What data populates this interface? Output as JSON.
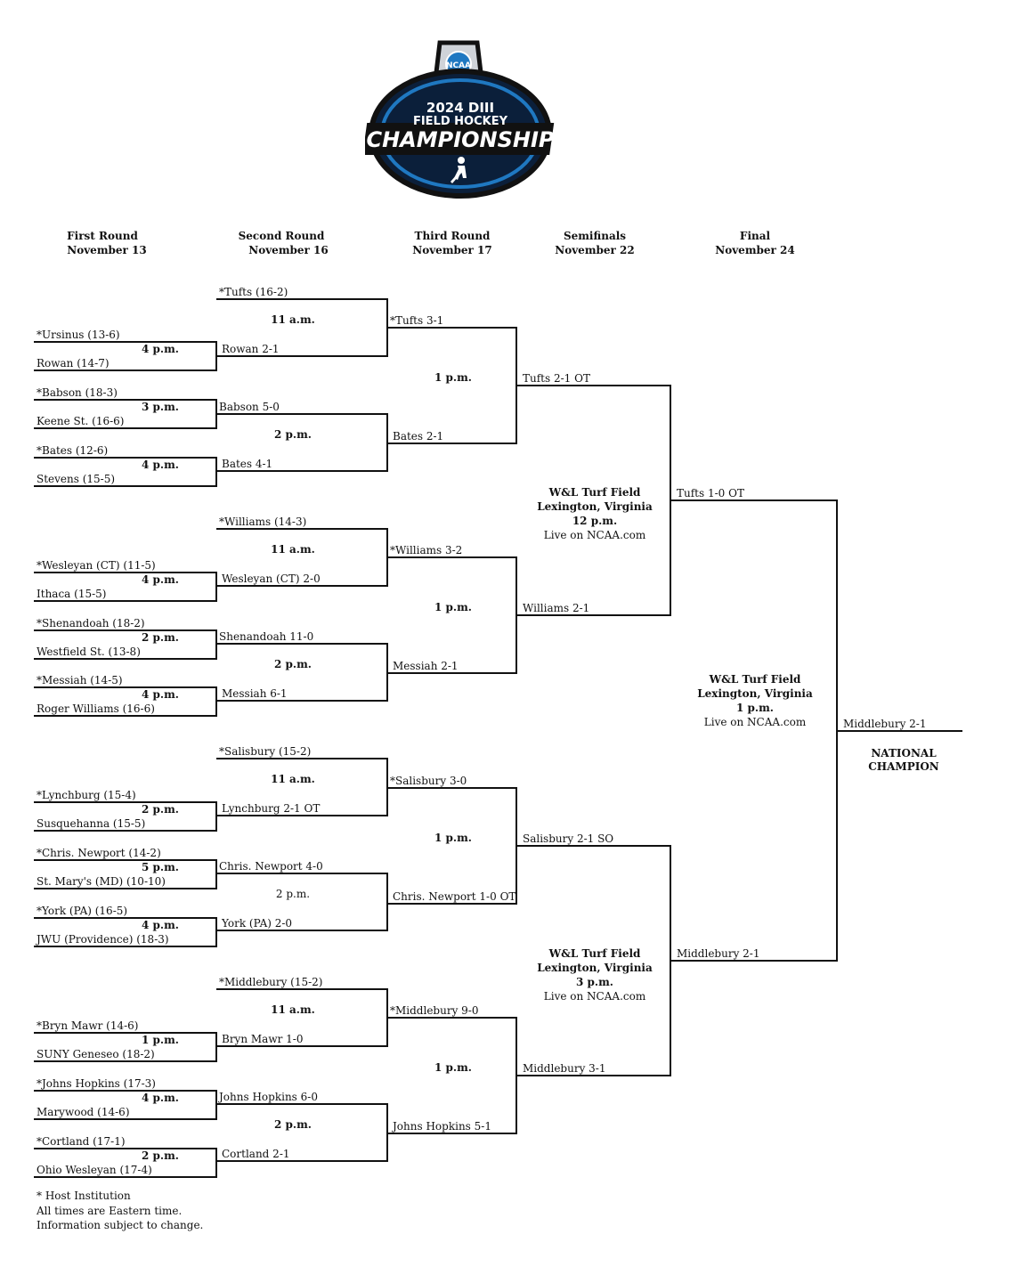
{
  "logo": {
    "badge": "NCAA",
    "year_line": "2024 DIII",
    "sport_line": "FIELD HOCKEY",
    "title_line": "CHAMPIONSHIP",
    "icon": "field-hockey-player-icon",
    "colors": {
      "navy": "#0b1f3a",
      "blue": "#1f78c1",
      "black": "#111111",
      "silver": "#cfd3d8"
    }
  },
  "headers": [
    {
      "round": "First Round",
      "date": "November 13"
    },
    {
      "round": "Second Round",
      "date": "November 16"
    },
    {
      "round": "Third Round",
      "date": "November 17"
    },
    {
      "round": "Semifinals",
      "date": "November 22"
    },
    {
      "round": "Final",
      "date": "November 24"
    }
  ],
  "first_round": [
    {
      "top": "*Ursinus (13-6)",
      "time": "4 p.m.",
      "bottom": "Rowan (14-7)"
    },
    {
      "top": "*Babson (18-3)",
      "time": "3 p.m.",
      "bottom": "Keene St. (16-6)"
    },
    {
      "top": "*Bates (12-6)",
      "time": "4 p.m.",
      "bottom": "Stevens (15-5)"
    },
    {
      "top": "*Wesleyan (CT) (11-5)",
      "time": "4 p.m.",
      "bottom": "Ithaca (15-5)"
    },
    {
      "top": "*Shenandoah (18-2)",
      "time": "2 p.m.",
      "bottom": "Westfield St. (13-8)"
    },
    {
      "top": "*Messiah (14-5)",
      "time": "4 p.m.",
      "bottom": "Roger Williams (16-6)"
    },
    {
      "top": "*Lynchburg (15-4)",
      "time": "2 p.m.",
      "bottom": "Susquehanna (15-5)"
    },
    {
      "top": "*Chris. Newport (14-2)",
      "time": "5 p.m.",
      "bottom": "St. Mary's (MD) (10-10)"
    },
    {
      "top": "*York (PA) (16-5)",
      "time": "4 p.m.",
      "bottom": "JWU (Providence) (18-3)"
    },
    {
      "top": "*Bryn Mawr (14-6)",
      "time": "1 p.m.",
      "bottom": "SUNY Geneseo (18-2)"
    },
    {
      "top": "*Johns Hopkins (17-3)",
      "time": "4 p.m.",
      "bottom": "Marywood (14-6)"
    },
    {
      "top": "*Cortland (17-1)",
      "time": "2 p.m.",
      "bottom": "Ohio Wesleyan (17-4)"
    }
  ],
  "second_round": [
    {
      "top": "*Tufts (16-2)",
      "time": "11 a.m.",
      "bottom": "Rowan 2-1"
    },
    {
      "top": "Babson 5-0",
      "time": "2 p.m.",
      "bottom": "Bates 4-1"
    },
    {
      "top": "*Williams (14-3)",
      "time": "11 a.m.",
      "bottom": "Wesleyan (CT) 2-0"
    },
    {
      "top": "Shenandoah 11-0",
      "time": "2 p.m.",
      "bottom": "Messiah 6-1"
    },
    {
      "top": "*Salisbury (15-2)",
      "time": "11 a.m.",
      "bottom": "Lynchburg 2-1 OT"
    },
    {
      "top": "Chris. Newport 4-0",
      "time": "2 p.m.",
      "bottom": "York (PA) 2-0"
    },
    {
      "top": "*Middlebury (15-2)",
      "time": "11 a.m.",
      "bottom": "Bryn Mawr 1-0"
    },
    {
      "top": "Johns Hopkins 6-0",
      "time": "2 p.m.",
      "bottom": "Cortland 2-1"
    }
  ],
  "third_round": [
    {
      "top": "*Tufts 3-1",
      "time": "1 p.m.",
      "bottom": "Bates 2-1"
    },
    {
      "top": "*Williams 3-2",
      "time": "1 p.m.",
      "bottom": "Messiah 2-1"
    },
    {
      "top": "*Salisbury 3-0",
      "time": "1 p.m.",
      "bottom": "Chris. Newport 1-0 OT"
    },
    {
      "top": "*Middlebury 9-0",
      "time": "1 p.m.",
      "bottom": "Johns Hopkins 5-1"
    }
  ],
  "semifinals": [
    {
      "top": "Tufts 2-1 OT",
      "bottom": "Williams 2-1"
    },
    {
      "top": "Salisbury 2-1 SO",
      "bottom": "Middlebury 3-1"
    }
  ],
  "final": {
    "top": "Tufts 1-0 OT",
    "bottom": "Middlebury 2-1"
  },
  "champion": {
    "name": "Middlebury 2-1",
    "label_1": "NATIONAL",
    "label_2": "CHAMPION"
  },
  "venues": [
    {
      "field": "W&L Turf Field",
      "city": "Lexington, Virginia",
      "time": "12 p.m.",
      "tv": "Live on NCAA.com"
    },
    {
      "field": "W&L Turf Field",
      "city": "Lexington, Virginia",
      "time": "3 p.m.",
      "tv": "Live on NCAA.com"
    },
    {
      "field": "W&L Turf Field",
      "city": "Lexington, Virginia",
      "time": "1 p.m.",
      "tv": "Live on NCAA.com"
    }
  ],
  "notes": [
    "* Host Institution",
    "All times are Eastern time.",
    "Information subject to change."
  ]
}
